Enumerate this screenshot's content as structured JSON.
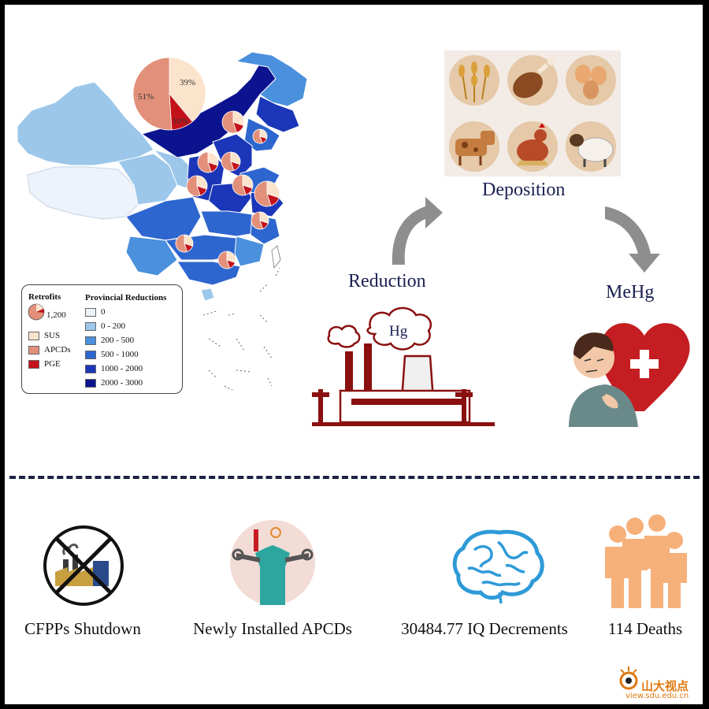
{
  "top": {
    "deposition_label": "Deposition",
    "reduction_label": "Reduction",
    "mehg_label": "MeHg",
    "hg_label": "Hg"
  },
  "big_pie": {
    "sus_label": "39%",
    "apcds_label": "51%",
    "pge_label": "10%",
    "values": {
      "SUS": 39,
      "APCDs": 51,
      "PGE": 10
    }
  },
  "legend": {
    "retrofits_title": "Retrofits",
    "retrofits_size": "1,200",
    "categories": [
      "SUS",
      "APCDs",
      "PGE"
    ],
    "reductions_title": "Provincial Reductions",
    "reduction_bins": [
      "0",
      "0 - 200",
      "200 - 500",
      "500 - 1000",
      "1000 - 2000",
      "2000 - 3000"
    ]
  },
  "colors": {
    "sus": "#fbe3cc",
    "apcds": "#e2907a",
    "pge": "#c4121a",
    "bins": [
      "#eef3fb",
      "#9cc7ea",
      "#4a90dd",
      "#2e66cf",
      "#1b36b8",
      "#0c138f"
    ],
    "arrow": "#8e8e8e",
    "title_text": "#1a2050"
  },
  "bottom": {
    "items": [
      {
        "label": "CFPPs Shutdown",
        "icon": "no-factory-icon"
      },
      {
        "label": "Newly Installed APCDs",
        "icon": "worker-fist-icon"
      },
      {
        "label": "30484.77 IQ Decrements",
        "icon": "brain-icon"
      },
      {
        "label": "114 Deaths",
        "icon": "people-icon"
      }
    ]
  },
  "watermark": {
    "text": "山大视点",
    "url": "view.sdu.edu.cn"
  }
}
